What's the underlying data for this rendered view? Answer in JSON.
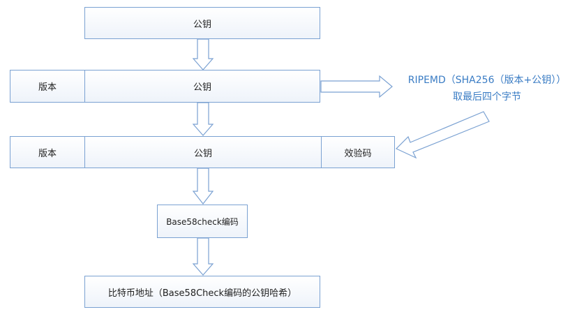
{
  "row1": {
    "pubkey": "公钥"
  },
  "row2": {
    "version": "版本",
    "pubkey": "公钥"
  },
  "note": {
    "line1": "RIPEMD（SHA256（版本+公钥））",
    "line2": "取最后四个字节"
  },
  "row3": {
    "version": "版本",
    "pubkey": "公钥",
    "checksum": "效验码"
  },
  "encode": {
    "label": "Base58check编码"
  },
  "result": {
    "label": "比特币地址（Base58Check编码的公钥哈希）"
  },
  "colors": {
    "border": "#7aa1d2",
    "note_text": "#3a7cc4"
  }
}
